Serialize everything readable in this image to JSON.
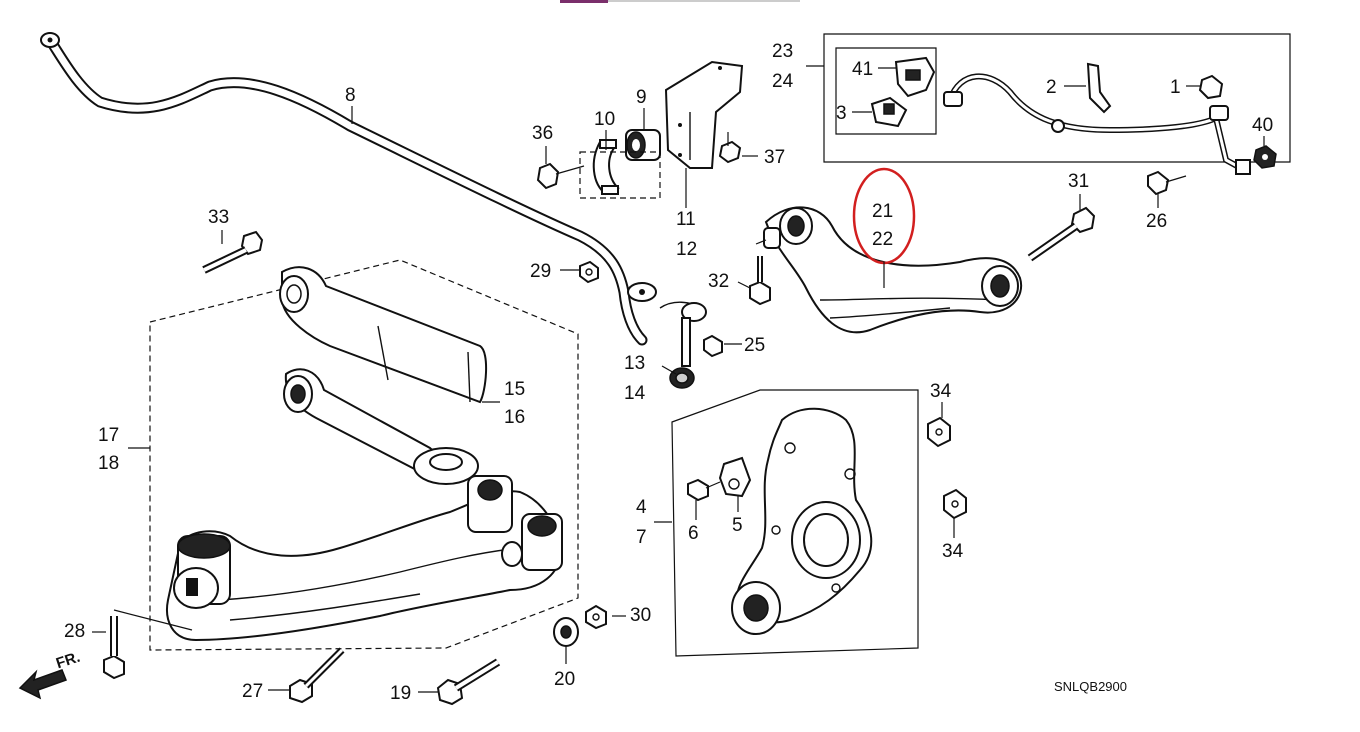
{
  "diagram": {
    "part_labels": {
      "p1": "1",
      "p2": "2",
      "p3": "3",
      "p4": "4",
      "p5": "5",
      "p6": "6",
      "p7": "7",
      "p8": "8",
      "p9": "9",
      "p10": "10",
      "p11": "11",
      "p12": "12",
      "p13": "13",
      "p14": "14",
      "p15": "15",
      "p16": "16",
      "p17": "17",
      "p18": "18",
      "p19": "19",
      "p20": "20",
      "p21": "21",
      "p22": "22",
      "p23": "23",
      "p24": "24",
      "p25": "25",
      "p26": "26",
      "p27": "27",
      "p28": "28",
      "p29": "29",
      "p30": "30",
      "p31": "31",
      "p32": "32",
      "p33": "33",
      "p34a": "34",
      "p34b": "34",
      "p36": "36",
      "p37": "37",
      "p40": "40",
      "p41": "41"
    },
    "front_indicator": "FR.",
    "diagram_code": "SNLQB2900",
    "highlight_color": "#d21f1f",
    "accent_top_bar": "#7a2f6b"
  }
}
